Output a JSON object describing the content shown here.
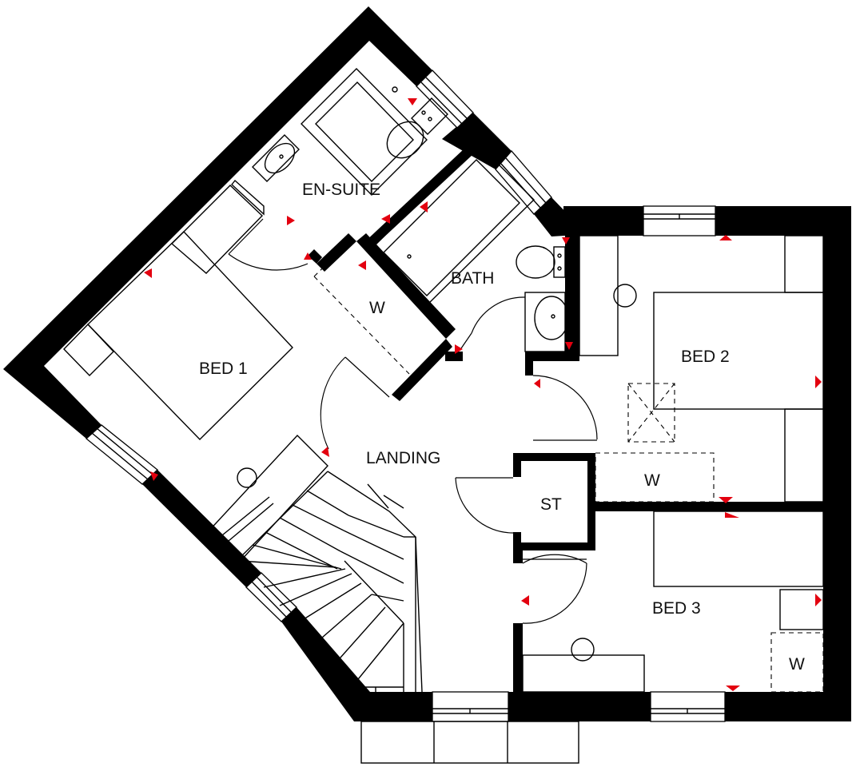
{
  "rooms": {
    "en_suite": "EN-SUITE",
    "bath": "BATH",
    "bed1": "BED 1",
    "bed2": "BED 2",
    "bed3": "BED 3",
    "landing": "LANDING",
    "store": "ST",
    "wardrobe1": "W",
    "wardrobe2": "W",
    "wardrobe3": "W"
  },
  "colors": {
    "wall": "#000000",
    "marker": "#e3000f",
    "background": "#ffffff"
  }
}
